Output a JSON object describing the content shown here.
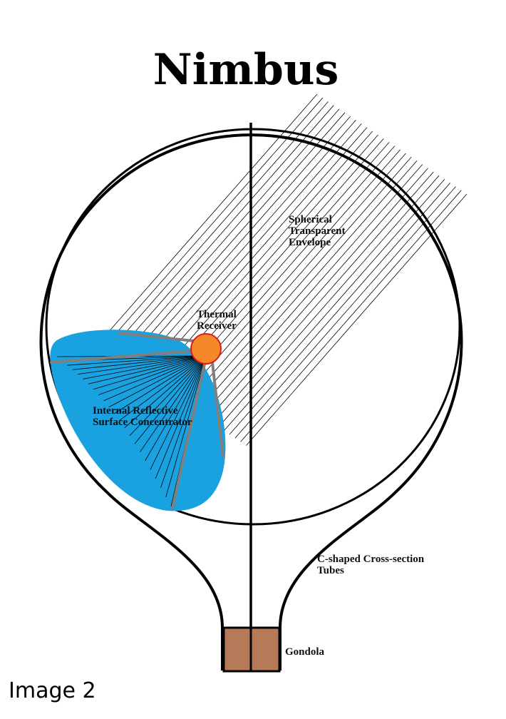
{
  "title": "Nimbus",
  "caption": "Image 2",
  "labels": {
    "envelope": [
      "Spherical",
      "Transparent",
      "Envelope"
    ],
    "receiver": [
      "Thermal",
      "Receiver"
    ],
    "concentrator": [
      "Internal Reflective",
      "Surface Concentrator"
    ],
    "tubes": [
      "C-shaped Cross-section",
      "Tubes"
    ],
    "gondola": "Gondola"
  },
  "colors": {
    "outline": "#000000",
    "concentrator_fill": "#1aa1e0",
    "receiver_fill": "#f5892a",
    "receiver_stroke": "#dd1a1a",
    "strut": "#7f7f7f",
    "gondola_fill": "#b77a58",
    "background": "#ffffff"
  }
}
